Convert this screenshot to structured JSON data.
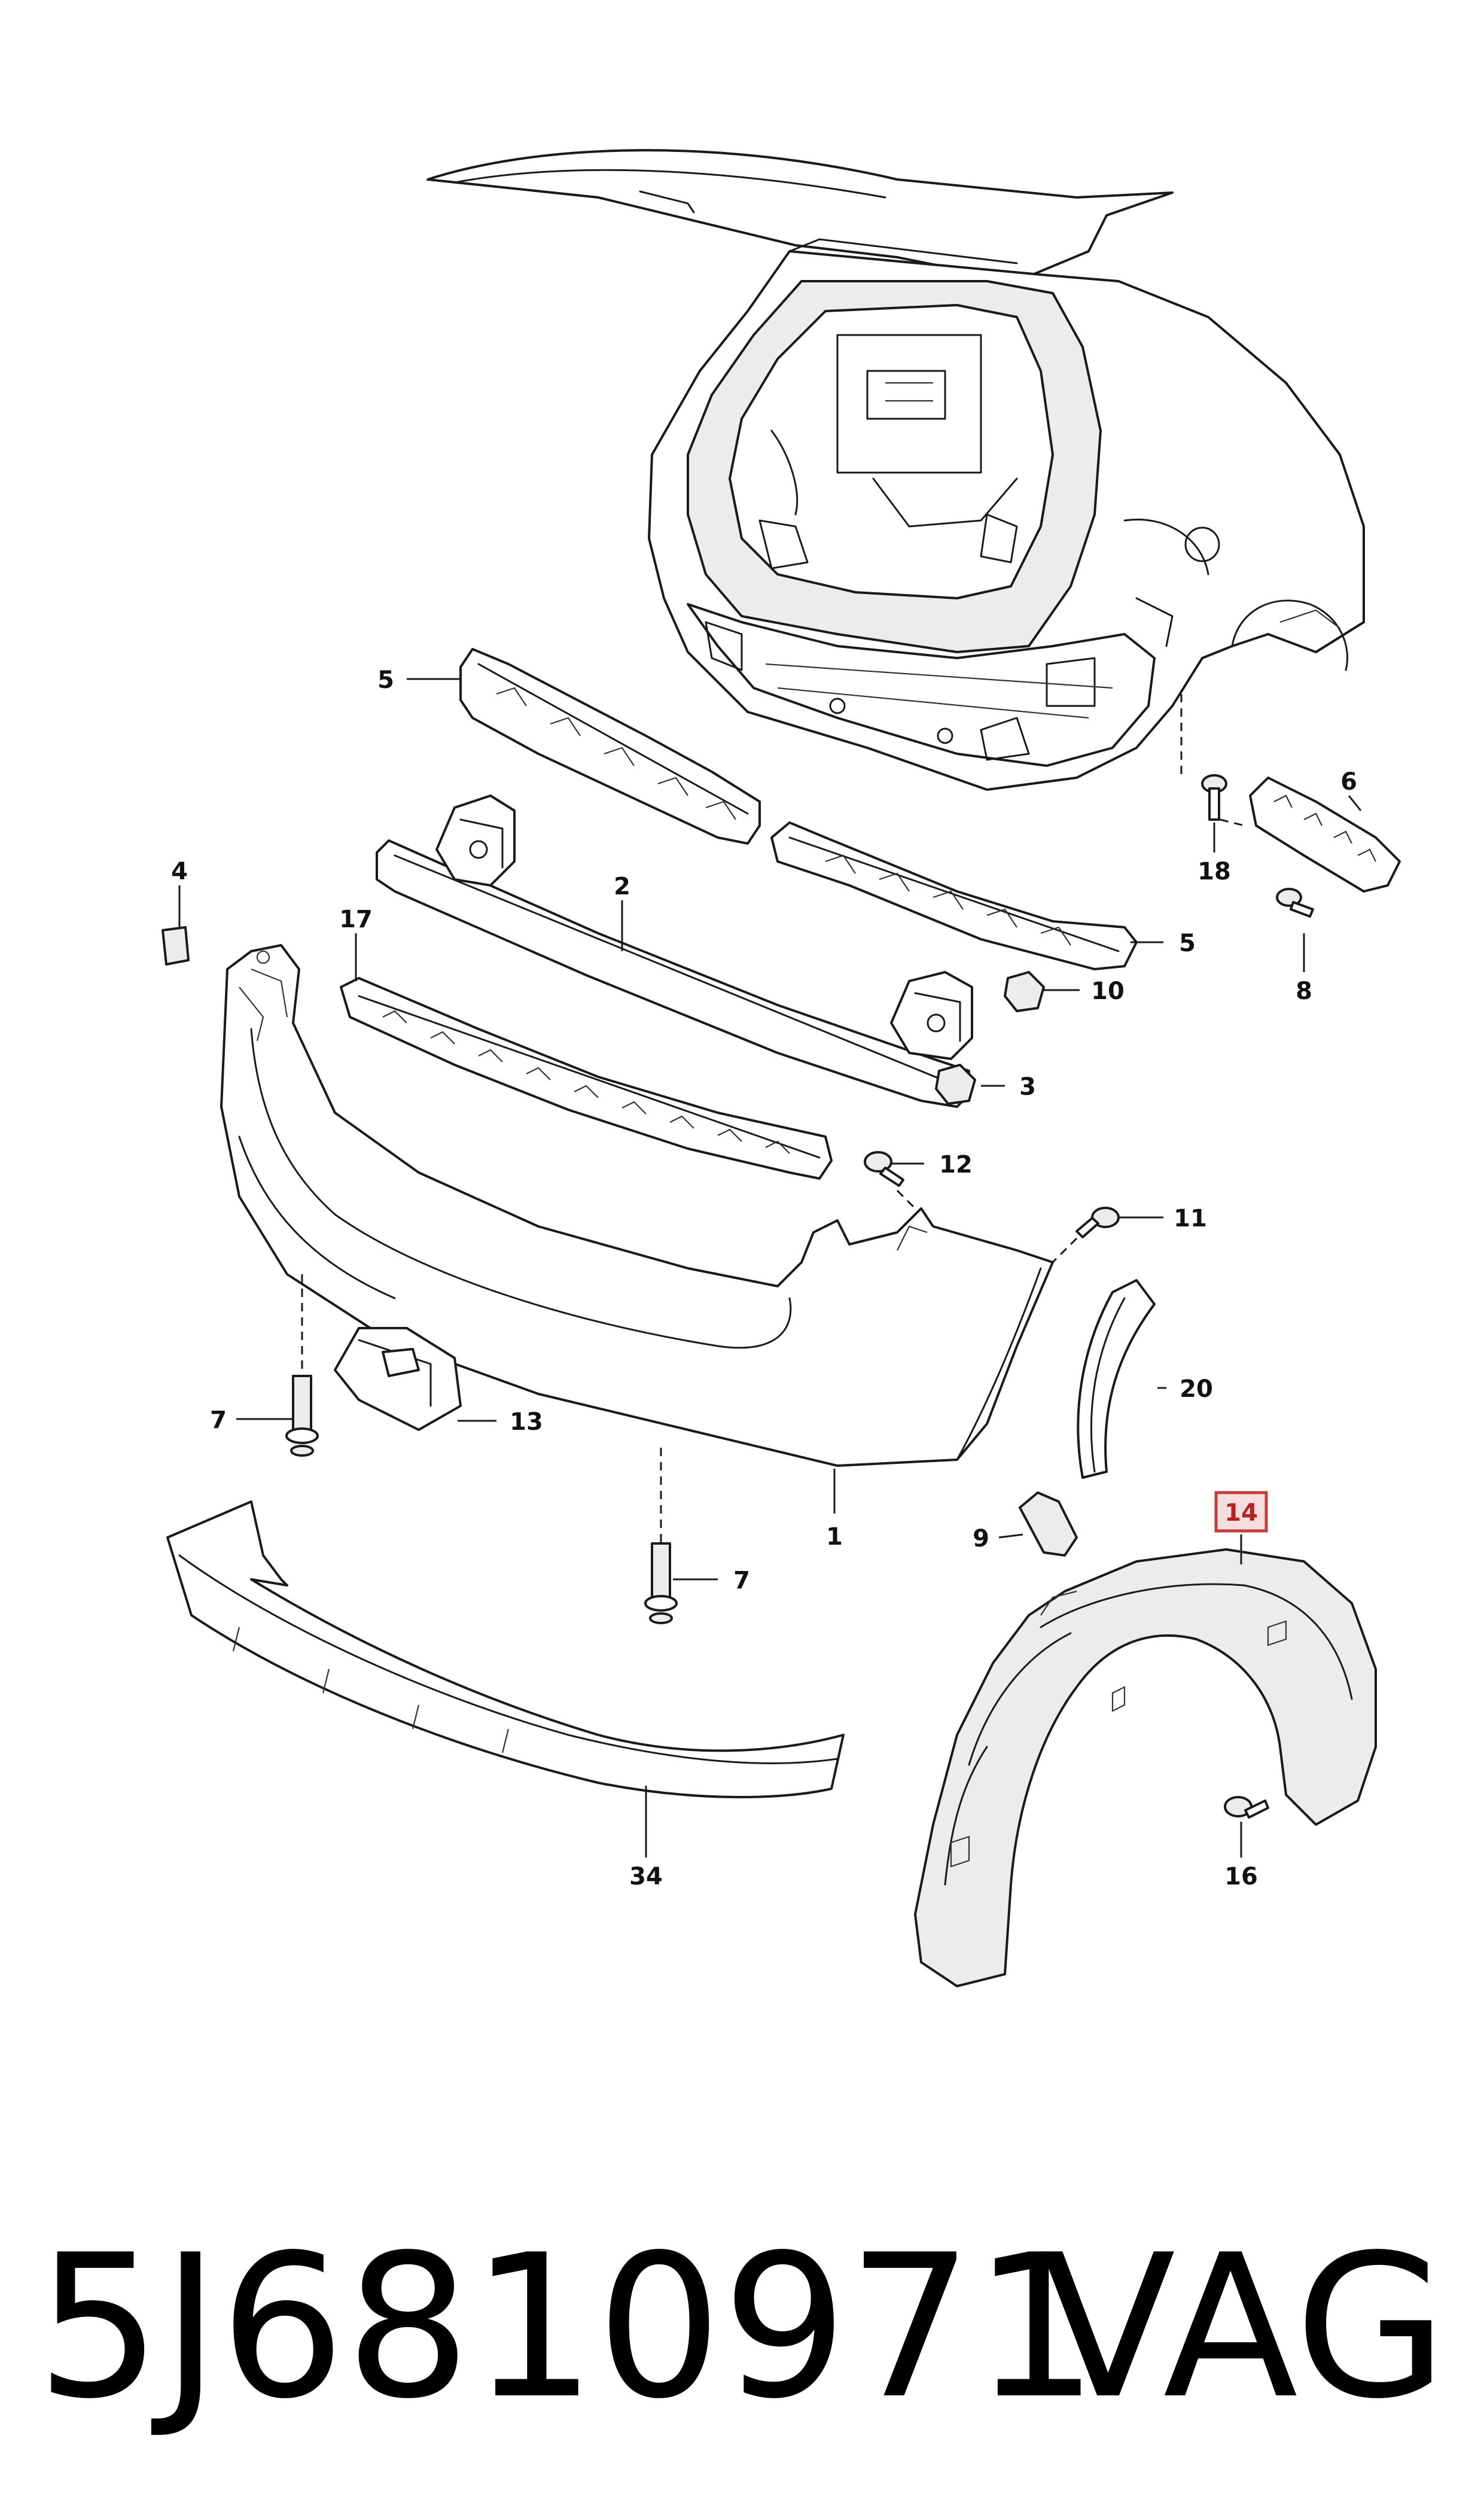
{
  "callouts": [
    {
      "label": "1",
      "highlighted": false
    },
    {
      "label": "2",
      "highlighted": false
    },
    {
      "label": "3",
      "highlighted": false
    },
    {
      "label": "4",
      "highlighted": false
    },
    {
      "label": "5",
      "highlighted": false
    },
    {
      "label": "5",
      "highlighted": false
    },
    {
      "label": "6",
      "highlighted": false
    },
    {
      "label": "7",
      "highlighted": false
    },
    {
      "label": "7",
      "highlighted": false
    },
    {
      "label": "8",
      "highlighted": false
    },
    {
      "label": "9",
      "highlighted": false
    },
    {
      "label": "10",
      "highlighted": false
    },
    {
      "label": "11",
      "highlighted": false
    },
    {
      "label": "12",
      "highlighted": false
    },
    {
      "label": "13",
      "highlighted": false
    },
    {
      "label": "14",
      "highlighted": true
    },
    {
      "label": "16",
      "highlighted": false
    },
    {
      "label": "17",
      "highlighted": false
    },
    {
      "label": "18",
      "highlighted": false
    },
    {
      "label": "20",
      "highlighted": false
    },
    {
      "label": "34",
      "highlighted": false
    }
  ],
  "highlight_colors": {
    "fill": "#f7dede",
    "stroke": "#c43c3c",
    "text": "#b42222"
  },
  "footer": {
    "part_number": "5J6810971",
    "brand": "VAG"
  }
}
